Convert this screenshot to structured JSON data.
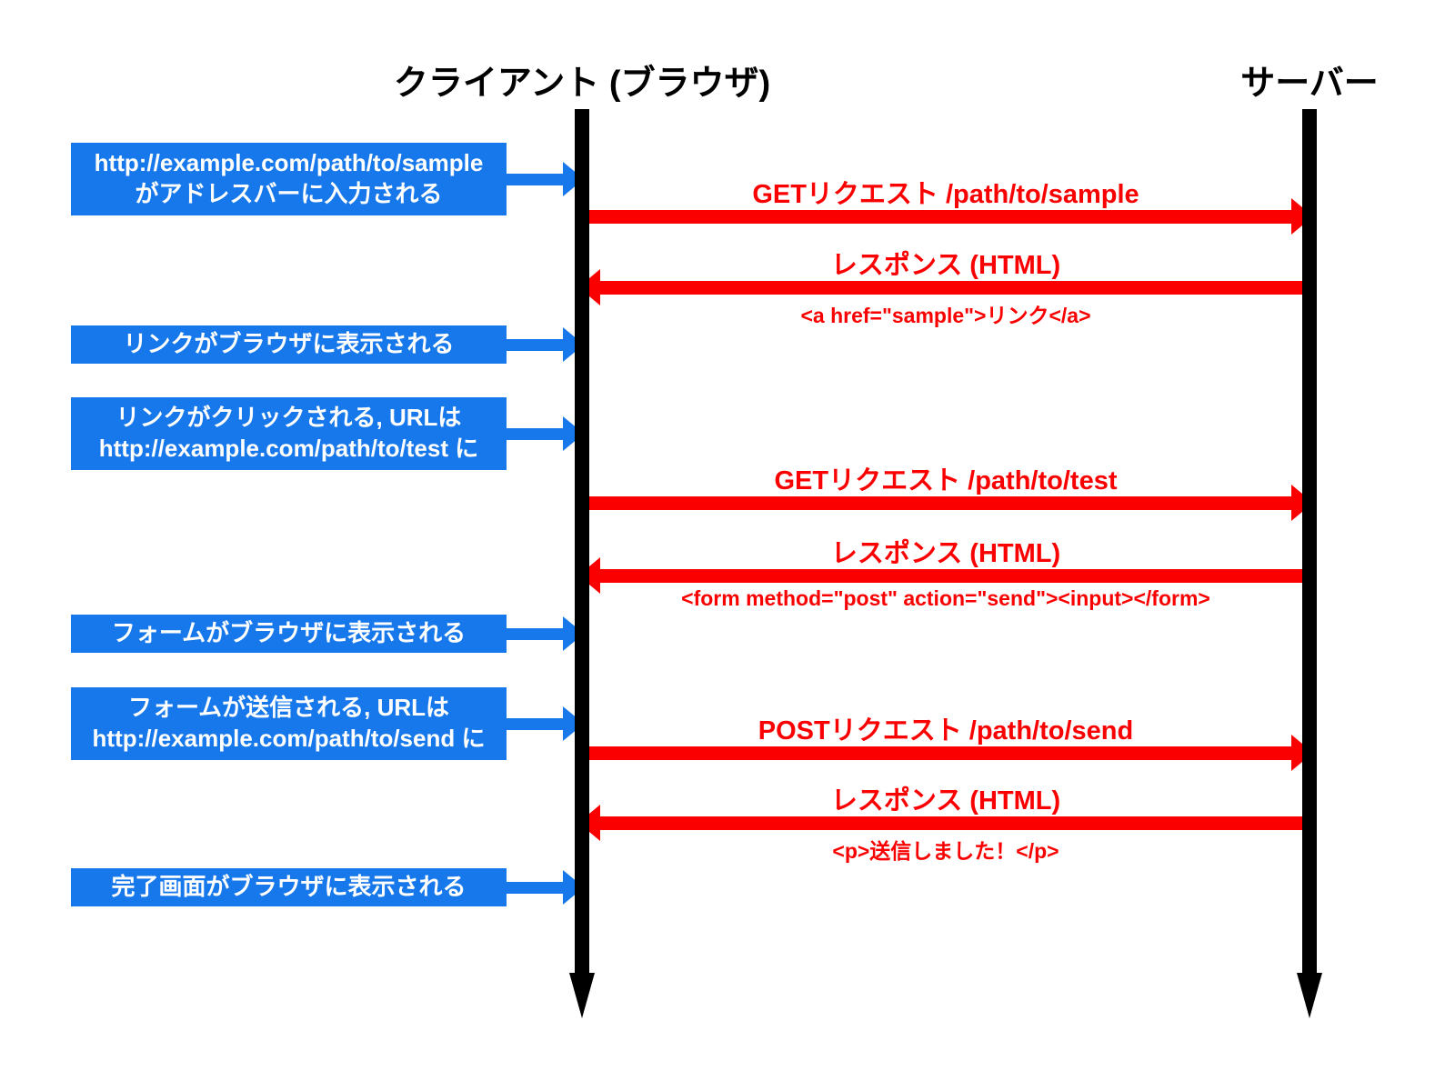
{
  "diagram": {
    "client_title": "クライアント (ブラウザ)",
    "server_title": "サーバー"
  },
  "colors": {
    "event_blue": "#1778EC",
    "message_red": "#FA0000",
    "lifeline_black": "#000000"
  },
  "events": [
    {
      "lines": [
        "http://example.com/path/to/sample",
        "がアドレスバーに入力される"
      ]
    },
    {
      "lines": [
        "リンクがブラウザに表示される"
      ]
    },
    {
      "lines": [
        "リンクがクリックされる, URLは",
        "http://example.com/path/to/test に"
      ]
    },
    {
      "lines": [
        "フォームがブラウザに表示される"
      ]
    },
    {
      "lines": [
        "フォームが送信される, URLは",
        "http://example.com/path/to/send に"
      ]
    },
    {
      "lines": [
        "完了画面がブラウザに表示される"
      ]
    }
  ],
  "messages": [
    {
      "label": "GETリクエスト /path/to/sample",
      "direction": "right"
    },
    {
      "label": "レスポンス (HTML)",
      "direction": "left",
      "code": "<a href=\"sample\">リンク</a>"
    },
    {
      "label": "GETリクエスト /path/to/test",
      "direction": "right"
    },
    {
      "label": "レスポンス (HTML)",
      "direction": "left",
      "code": "<form method=\"post\" action=\"send\"><input></form>"
    },
    {
      "label": "POSTリクエスト /path/to/send",
      "direction": "right"
    },
    {
      "label": "レスポンス (HTML)",
      "direction": "left",
      "code": "<p>送信しました！</p>"
    }
  ]
}
